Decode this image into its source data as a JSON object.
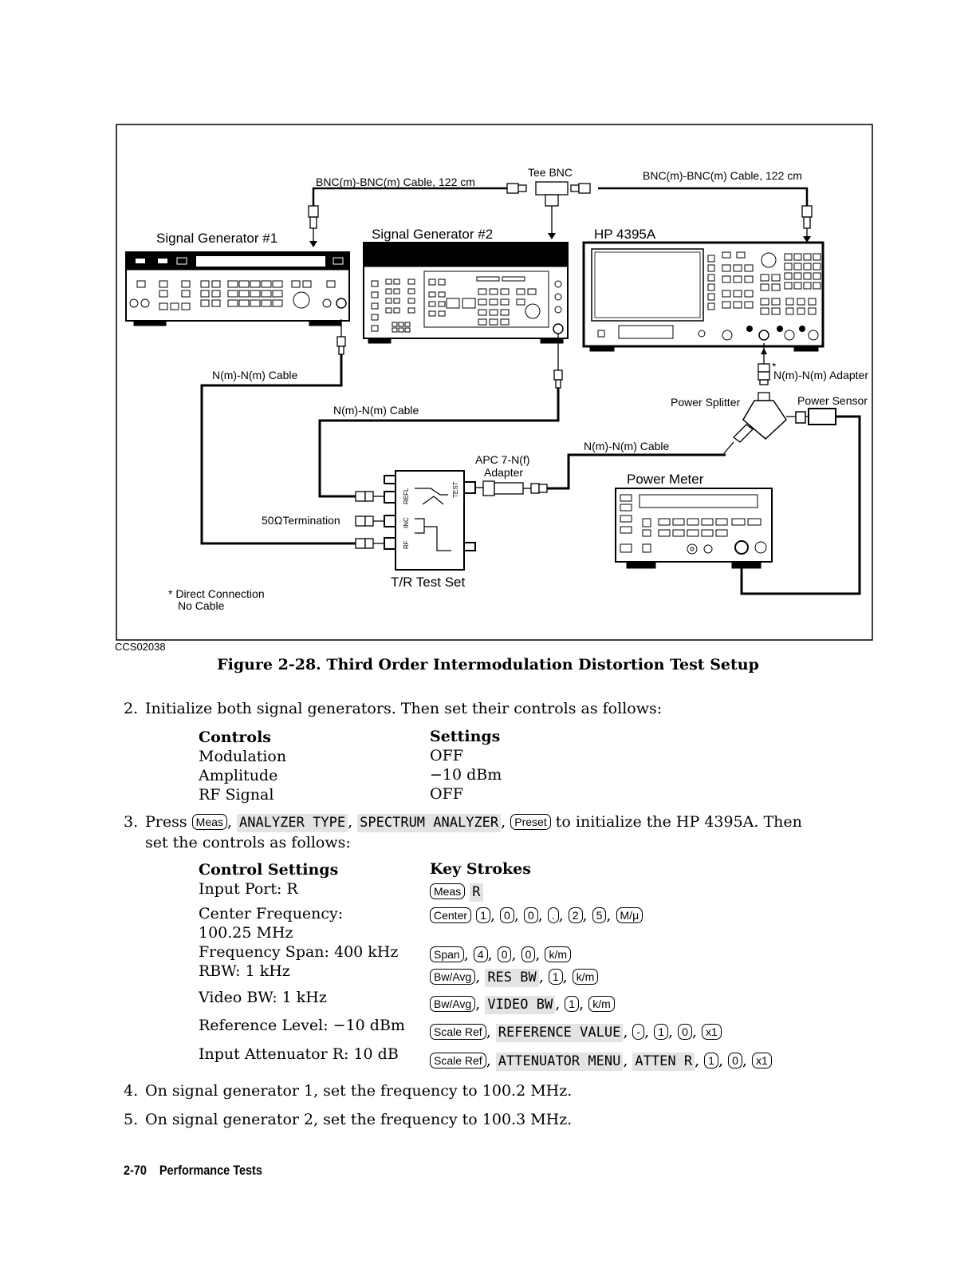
{
  "figure": {
    "labels": {
      "tee_bnc": "Tee BNC",
      "cable_bnc_left": "BNC(m)-BNC(m) Cable, 122 cm",
      "cable_bnc_right": "BNC(m)-BNC(m) Cable, 122 cm",
      "sig_gen_1": "Signal Generator #1",
      "sig_gen_2": "Signal Generator #2",
      "analyzer": "HP 4395A",
      "cable_nn_1": "N(m)-N(m) Cable",
      "cable_nn_2": "N(m)-N(m) Cable",
      "cable_nn_3": "N(m)-N(m) Cable",
      "adapter_star": "*",
      "adapter_nn": "N(m)-N(m) Adapter",
      "power_splitter": "Power Splitter",
      "power_sensor": "Power Sensor",
      "apc_adapter_1": "APC 7-N(f)",
      "apc_adapter_2": "Adapter",
      "power_meter": "Power Meter",
      "termination": "50ΩTermination",
      "test_set": "T/R Test Set",
      "port_refl": "REFL",
      "port_inc": "INC",
      "port_rf": "RF",
      "port_test": "TEST",
      "note_1": "*  Direct Connection",
      "note_2": "No Cable"
    },
    "figure_id": "CCS02038",
    "caption": "Figure 2-28. Third Order Intermodulation Distortion Test Setup"
  },
  "step2": {
    "num": "2.",
    "text": "Initialize both signal generators. Then set their controls as follows:",
    "headers": [
      "Controls",
      "Settings"
    ],
    "rows": [
      {
        "control": "Modulation",
        "setting": "OFF"
      },
      {
        "control": "Amplitude",
        "setting": "−10 dBm"
      },
      {
        "control": "RF Signal",
        "setting": "OFF"
      }
    ]
  },
  "step3": {
    "num": "3.",
    "press": "Press",
    "k_meas": "Meas",
    "s_analyzer_type": "ANALYZER TYPE",
    "s_spectrum_analyzer": "SPECTRUM ANALYZER",
    "k_preset": "Preset",
    "tail": "to initialize the HP 4395A. Then",
    "line2": "set the controls as follows:",
    "headers": [
      "Control Settings",
      "Key Strokes"
    ],
    "r1": {
      "control": "Input Port: R",
      "k1": "Meas",
      "s1": "R"
    },
    "r2": {
      "control": "Center Frequency: 100.25 MHz",
      "k1": "Center",
      "k2": "1",
      "k3": "0",
      "k4": "0",
      "k5": ".",
      "k6": "2",
      "k7": "5",
      "k8": "M/μ"
    },
    "r3": {
      "control": "Frequency Span: 400 kHz",
      "k1": "Span",
      "k2": "4",
      "k3": "0",
      "k4": "0",
      "k5": "k/m"
    },
    "r4": {
      "control": "RBW: 1 kHz",
      "k1": "Bw/Avg",
      "s1": "RES BW",
      "k2": "1",
      "k3": "k/m"
    },
    "r5": {
      "control": "Video BW: 1 kHz",
      "k1": "Bw/Avg",
      "s1": "VIDEO BW",
      "k2": "1",
      "k3": "k/m"
    },
    "r6": {
      "control": "Reference Level: −10 dBm",
      "k1": "Scale Ref",
      "s1": "REFERENCE VALUE",
      "k2": "-",
      "k3": "1",
      "k4": "0",
      "k5": "x1"
    },
    "r7": {
      "control": "Input Attenuator R: 10 dB",
      "k1": "Scale Ref",
      "s1": "ATTENUATOR MENU",
      "s2": "ATTEN R",
      "k2": "1",
      "k3": "0",
      "k4": "x1"
    }
  },
  "step4": {
    "num": "4.",
    "text": "On signal generator 1, set the frequency to 100.2 MHz."
  },
  "step5": {
    "num": "5.",
    "text": "On signal generator 2, set the frequency to 100.3 MHz."
  },
  "footer": {
    "page": "2-70",
    "section": "Performance Tests"
  }
}
